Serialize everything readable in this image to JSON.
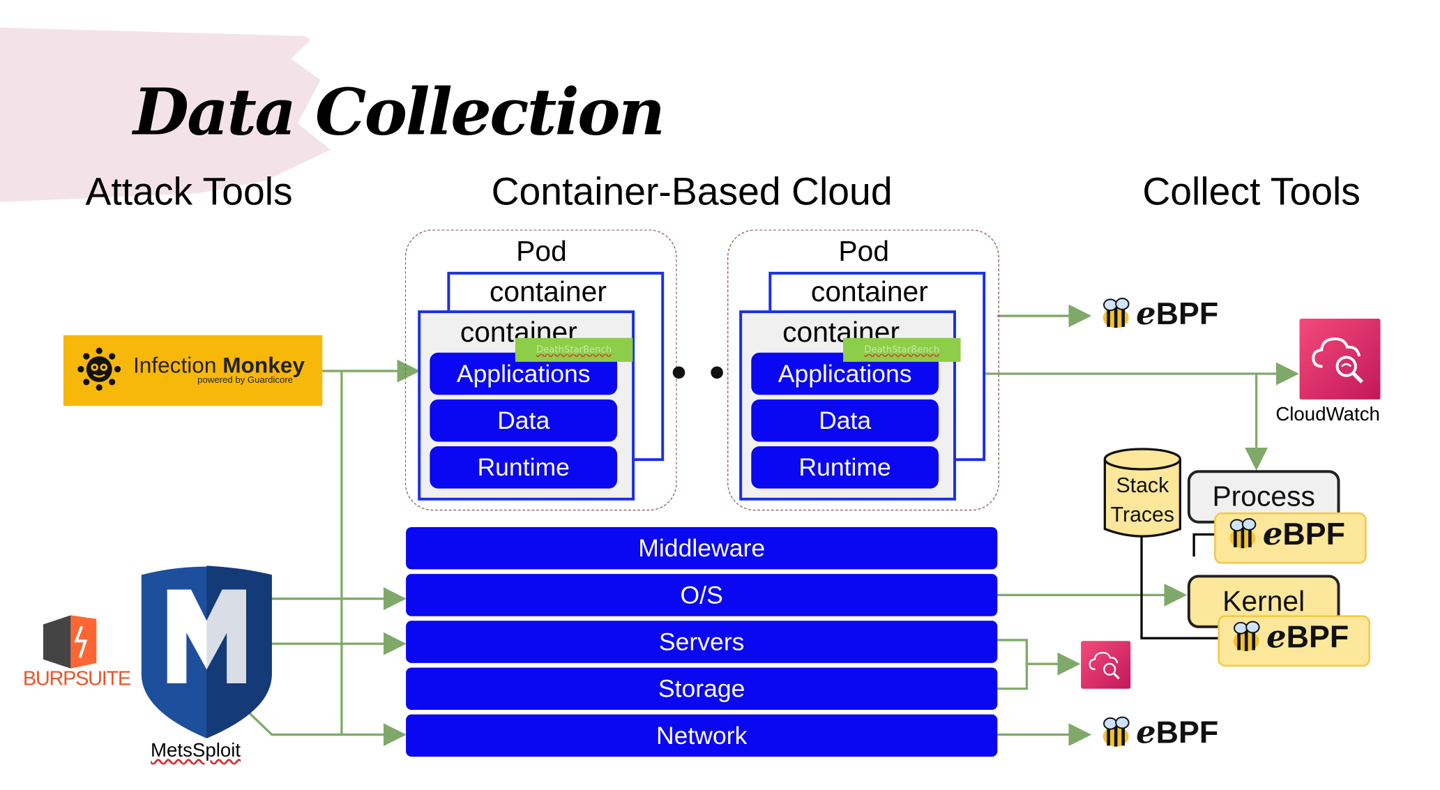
{
  "title": "Data Collection",
  "columns": {
    "attack": "Attack Tools",
    "cloud": "Container-Based Cloud",
    "collect": "Collect Tools"
  },
  "pods": [
    {
      "label": "Pod",
      "container_back": "container",
      "container_front": "container",
      "tag": "DeathStarBench",
      "apps": [
        "Applications",
        "Data",
        "Runtime"
      ]
    },
    {
      "label": "Pod",
      "container_back": "container",
      "container_front": "container",
      "tag": "DeathStarBench",
      "apps": [
        "Applications",
        "Data",
        "Runtime"
      ]
    }
  ],
  "ellipsis": "• • •",
  "layers": [
    "Middleware",
    "O/S",
    "Servers",
    "Storage",
    "Network"
  ],
  "attack_tools": {
    "infection_monkey": {
      "name_light": "Infection ",
      "name_bold": "Monkey",
      "sub": "powered by Guardicore"
    },
    "burpsuite": "BURPSUITE",
    "metasploit": "MetsSploit"
  },
  "collect_tools": {
    "ebpf_e": "e",
    "ebpf_rest": "BPF",
    "cloudwatch": "CloudWatch",
    "stack_traces": [
      "Stack",
      "Traces"
    ],
    "process": "Process",
    "kernel": "Kernel"
  },
  "colors": {
    "layer_blue": "#0a07f2",
    "arrow_green": "#7fa968",
    "monkey_yellow": "#f8b80a",
    "cloudwatch_pink": "#e91e63",
    "ebpf_yellow": "#fde79a"
  }
}
